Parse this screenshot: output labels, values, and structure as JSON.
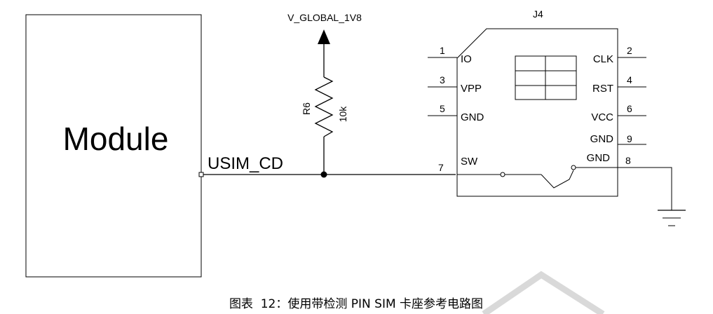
{
  "module": {
    "label": "Module",
    "signal": "USIM_CD"
  },
  "power": {
    "net": "V_GLOBAL_1V8"
  },
  "resistor": {
    "ref": "R6",
    "value": "10k"
  },
  "connector": {
    "ref": "J4",
    "pins": [
      {
        "num": "1",
        "name": "IO"
      },
      {
        "num": "3",
        "name": "VPP"
      },
      {
        "num": "5",
        "name": "GND"
      },
      {
        "num": "7",
        "name": "SW"
      },
      {
        "num": "2",
        "name": "CLK"
      },
      {
        "num": "4",
        "name": "RST"
      },
      {
        "num": "6",
        "name": "VCC"
      },
      {
        "num": "9",
        "name": "GND"
      },
      {
        "num": "8",
        "name": "GND"
      }
    ]
  },
  "caption": "图表  12：使用带检测 PIN SIM 卡座参考电路图",
  "watermark_color": "#d9d9d9"
}
